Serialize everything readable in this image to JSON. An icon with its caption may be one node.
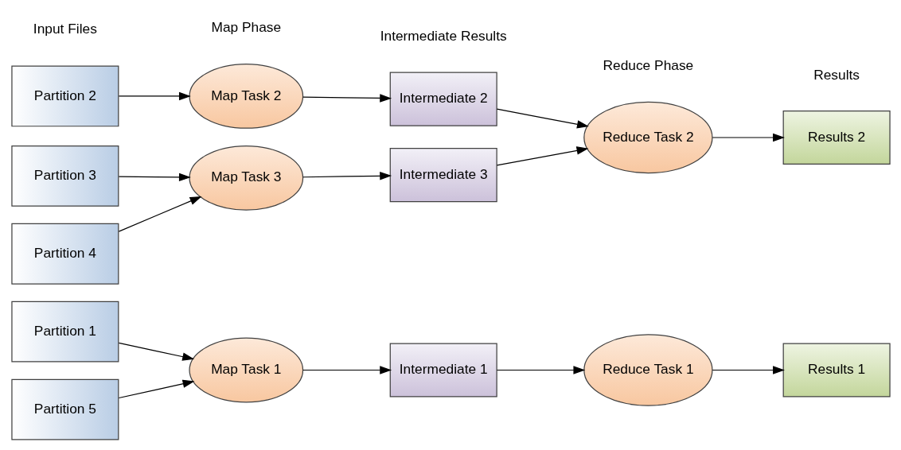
{
  "diagram": {
    "nodes": [
      {
        "text": [
          "Partition 1"
        ]
      },
      {
        "text": [
          "Partition 2"
        ]
      },
      {
        "text": [
          "Partition 3"
        ]
      },
      {
        "text": [
          "Partition 4"
        ]
      },
      {
        "text": [
          "Partition 5"
        ]
      },
      {
        "text": [
          "Map Task 1"
        ]
      },
      {
        "text": [
          "Map Task 2"
        ]
      },
      {
        "text": [
          "Map Task 3"
        ]
      },
      {
        "text": [
          "Intermediate 1"
        ]
      },
      {
        "text": [
          "Intermediate 2"
        ]
      },
      {
        "text": [
          "Intermediate 3"
        ]
      },
      {
        "text": [
          "Reduce Task 1"
        ]
      },
      {
        "text": [
          "Reduce Task 2"
        ]
      },
      {
        "text": [
          "Results 1"
        ]
      },
      {
        "text": [
          "Results 2"
        ]
      }
    ],
    "edges": [
      {
        "from": 0,
        "to": 5,
        "arrow": "to"
      },
      {
        "from": 1,
        "to": 6,
        "arrow": "to"
      },
      {
        "from": 2,
        "to": 7,
        "arrow": "to"
      },
      {
        "from": 3,
        "to": 7,
        "arrow": "to"
      },
      {
        "from": 4,
        "to": 5,
        "arrow": "to"
      },
      {
        "from": 5,
        "to": 8,
        "arrow": "to"
      },
      {
        "from": 6,
        "to": 9,
        "arrow": "to"
      },
      {
        "from": 7,
        "to": 10,
        "arrow": "to"
      },
      {
        "from": 8,
        "to": 11,
        "arrow": "to"
      },
      {
        "from": 9,
        "to": 12,
        "arrow": "to"
      },
      {
        "from": 10,
        "to": 12,
        "arrow": "to"
      },
      {
        "from": 11,
        "to": 13,
        "arrow": "to"
      },
      {
        "from": 12,
        "to": 14,
        "arrow": "to"
      }
    ],
    "labels": [
      "Input Files",
      "Map Phase",
      "Intermediate Results",
      "Reduce Phase",
      "Results"
    ]
  }
}
